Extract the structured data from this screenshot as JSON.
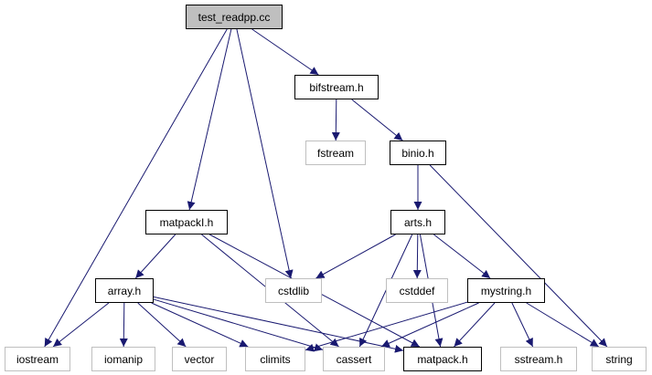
{
  "colors": {
    "edge": "#191970",
    "internal_border": "#000000",
    "external_border": "#bfbfbf",
    "root_fill": "#bfbfbf"
  },
  "nodes": {
    "test_readpp": "test_readpp.cc",
    "bifstream": "bifstream.h",
    "fstream": "fstream",
    "binio": "binio.h",
    "matpackI": "matpackI.h",
    "arts": "arts.h",
    "array": "array.h",
    "cstdlib": "cstdlib",
    "cstddef": "cstddef",
    "mystring": "mystring.h",
    "iostream": "iostream",
    "iomanip": "iomanip",
    "vector": "vector",
    "climits": "climits",
    "cassert": "cassert",
    "matpack": "matpack.h",
    "sstream": "sstream.h",
    "string": "string"
  },
  "edges": [
    [
      "test_readpp",
      "bifstream"
    ],
    [
      "test_readpp",
      "matpackI"
    ],
    [
      "test_readpp",
      "cstdlib"
    ],
    [
      "test_readpp",
      "iostream"
    ],
    [
      "bifstream",
      "fstream"
    ],
    [
      "bifstream",
      "binio"
    ],
    [
      "binio",
      "arts"
    ],
    [
      "binio",
      "string"
    ],
    [
      "matpackI",
      "array"
    ],
    [
      "matpackI",
      "cassert"
    ],
    [
      "matpackI",
      "matpack"
    ],
    [
      "arts",
      "cstdlib"
    ],
    [
      "arts",
      "cstddef"
    ],
    [
      "arts",
      "mystring"
    ],
    [
      "arts",
      "cassert"
    ],
    [
      "arts",
      "matpack"
    ],
    [
      "array",
      "iostream"
    ],
    [
      "array",
      "iomanip"
    ],
    [
      "array",
      "vector"
    ],
    [
      "array",
      "climits"
    ],
    [
      "array",
      "cassert"
    ],
    [
      "array",
      "matpack"
    ],
    [
      "mystring",
      "climits"
    ],
    [
      "mystring",
      "cassert"
    ],
    [
      "mystring",
      "matpack"
    ],
    [
      "mystring",
      "sstream"
    ],
    [
      "mystring",
      "string"
    ]
  ]
}
